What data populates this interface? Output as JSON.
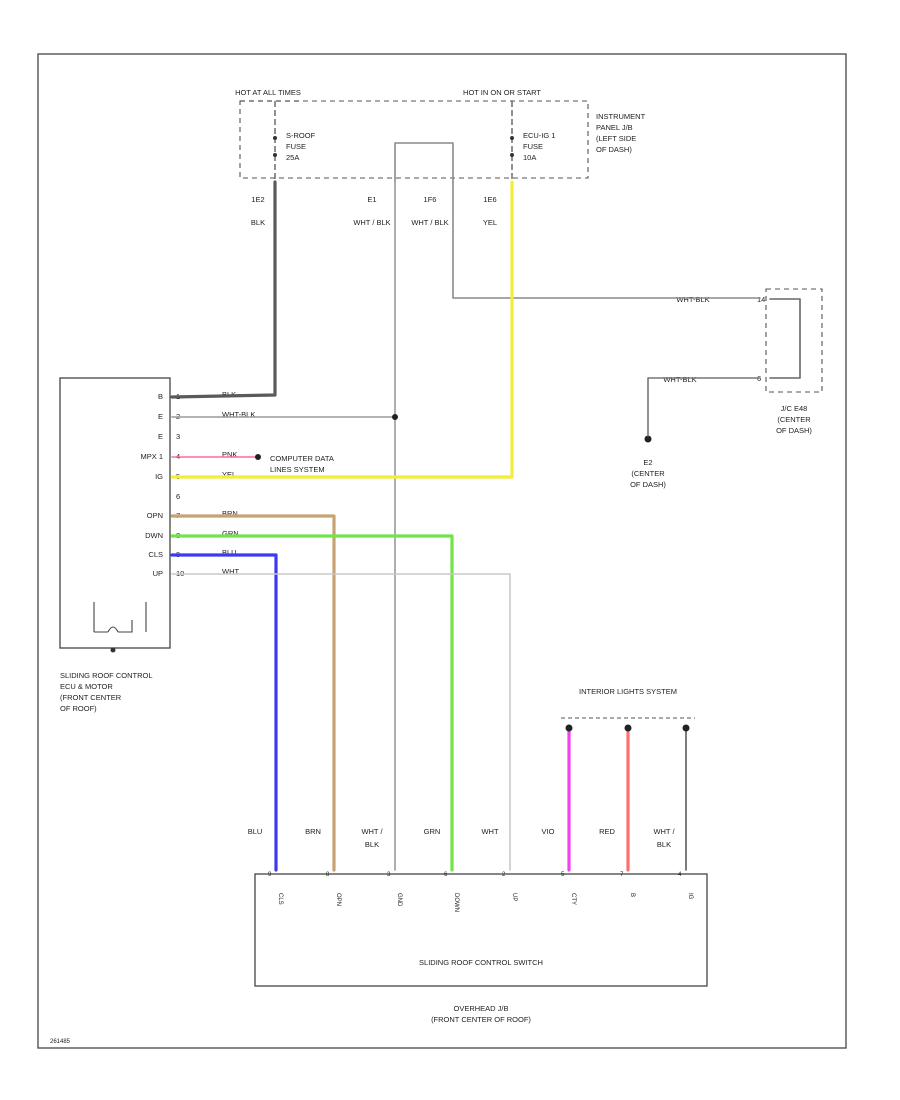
{
  "blocks": {
    "hot_at_all_times": "HOT AT ALL TIMES",
    "hot_in_on": "HOT IN ON OR START",
    "sroof_fuse": [
      "S-ROOF",
      "FUSE",
      "25A"
    ],
    "ecuig1_fuse": [
      "ECU-IG 1",
      "FUSE",
      "10A"
    ],
    "instrument_panel_jb": [
      "INSTRUMENT",
      "PANEL J/B",
      "(LEFT SIDE",
      "OF DASH)"
    ],
    "jc_e48": [
      "J/C E48",
      "(CENTER",
      "OF DASH)"
    ],
    "e2_ground": [
      "E2",
      "(CENTER",
      "OF DASH)"
    ],
    "ecu_motor": [
      "SLIDING ROOF CONTROL",
      "ECU & MOTOR",
      "(FRONT CENTER",
      "OF ROOF)"
    ],
    "computer_data_lines": [
      "COMPUTER DATA",
      "LINES SYSTEM"
    ],
    "interior_lights": "INTERIOR LIGHTS SYSTEM",
    "switch": "SLIDING ROOF CONTROL SWITCH",
    "overhead_jb": [
      "OVERHEAD J/B",
      "(FRONT CENTER OF ROOF)"
    ],
    "figure_id": "261485"
  },
  "jb_pins": [
    "1E2",
    "E1",
    "1F6",
    "1E6"
  ],
  "jb_wire_colors": [
    "BLK",
    "WHT / BLK",
    "WHT / BLK",
    "YEL"
  ],
  "jc_pins": [
    "14",
    "6"
  ],
  "jc_wire_colors": [
    "WHT-BLK",
    "WHT-BLK"
  ],
  "ecu_pins": [
    {
      "label": "B",
      "num": "1",
      "color": "BLK"
    },
    {
      "label": "E",
      "num": "2",
      "color": "WHT-BLK"
    },
    {
      "label": "E",
      "num": "3",
      "color": ""
    },
    {
      "label": "MPX 1",
      "num": "4",
      "color": "PNK"
    },
    {
      "label": "IG",
      "num": "5",
      "color": "YEL"
    },
    {
      "label": "",
      "num": "6",
      "color": ""
    },
    {
      "label": "OPN",
      "num": "7",
      "color": "BRN"
    },
    {
      "label": "DWN",
      "num": "8",
      "color": "GRN"
    },
    {
      "label": "CLS",
      "num": "9",
      "color": "BLU"
    },
    {
      "label": "UP",
      "num": "10",
      "color": "WHT"
    }
  ],
  "switch_colors": [
    "BLU",
    "BRN",
    "WHT / BLK",
    "GRN",
    "WHT",
    "VIO",
    "RED",
    "WHT / BLK"
  ],
  "switch_pins": [
    {
      "num": "9",
      "label": "CLS"
    },
    {
      "num": "8",
      "label": "OPN"
    },
    {
      "num": "3",
      "label": "GND"
    },
    {
      "num": "6",
      "label": "DOWN"
    },
    {
      "num": "2",
      "label": "UP"
    },
    {
      "num": "5",
      "label": "CTY"
    },
    {
      "num": "7",
      "label": "B"
    },
    {
      "num": "4",
      "label": "IG"
    }
  ],
  "colors": {
    "black": "#5a5a5a",
    "gray": "#9a9a9a",
    "pink": "#ff6aa0",
    "yellow": "#f4ee3a",
    "brown": "#c7a272",
    "green": "#72e34a",
    "blue": "#3a3af2",
    "white_wire": "#c8c8c8",
    "violet": "#ee44ee",
    "red": "#ff6f6f"
  }
}
